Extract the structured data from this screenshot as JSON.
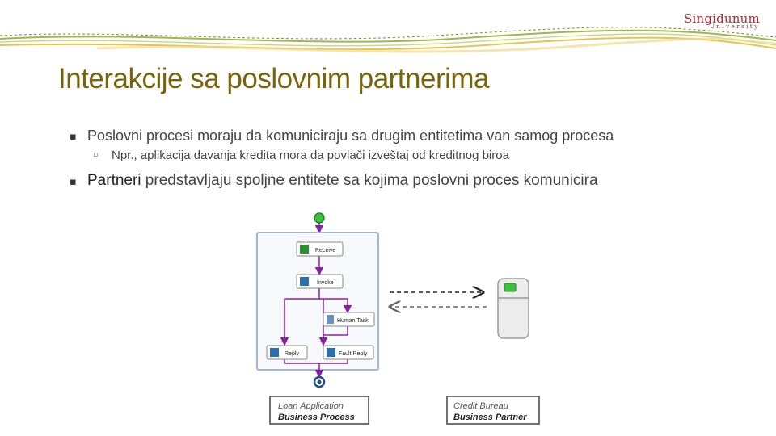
{
  "logo": {
    "name": "Singidunum",
    "subtitle": "University"
  },
  "title": "Interakcije sa poslovnim partnerima",
  "bullets": [
    {
      "text": "Poslovni procesi moraju da komuniciraju sa drugim entitetima van samog procesa",
      "sub": "Npr., aplikacija davanja kredita mora da povlači izveštaj od kreditnog biroa"
    },
    {
      "strong": "Partneri",
      "text": " predstavljaju spoljne entitete sa kojima poslovni proces komunicira"
    }
  ],
  "diagram": {
    "activities": [
      "Receive",
      "Invoke",
      "Human Task",
      "Reply",
      "Fault Reply"
    ],
    "process_label": {
      "line1": "Loan Application",
      "line2": "Business Process"
    },
    "partner_label": {
      "line1": "Credit Bureau",
      "line2": "Business Partner"
    }
  },
  "colors": {
    "title": "#7a6308",
    "flow": "#8a1fa8",
    "logo": "#b8252f"
  }
}
